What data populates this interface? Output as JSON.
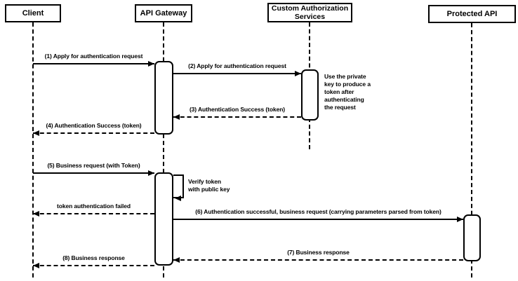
{
  "diagram": {
    "type": "sequence-diagram",
    "background_color": "#ffffff",
    "stroke_color": "#000000",
    "participants": [
      {
        "name": "Client"
      },
      {
        "name": "API Gateway"
      },
      {
        "name": "Custom Authorization Services"
      },
      {
        "name": "Protected API"
      }
    ],
    "messages": [
      {
        "label": "(1) Apply for authentication request",
        "from": "Client",
        "to": "API Gateway",
        "line": "solid"
      },
      {
        "label": "(2) Apply for authentication request",
        "from": "API Gateway",
        "to": "Custom Authorization Services",
        "line": "solid"
      },
      {
        "label": "(3) Authentication Success (token)",
        "from": "Custom Authorization Services",
        "to": "API Gateway",
        "line": "dashed"
      },
      {
        "label": "(4) Authentication Success (token)",
        "from": "API Gateway",
        "to": "Client",
        "line": "dashed"
      },
      {
        "label": "(5) Business request (with Token)",
        "from": "Client",
        "to": "API Gateway",
        "line": "solid"
      },
      {
        "label": "Verify token\nwith public key",
        "from": "API Gateway",
        "to": "API Gateway",
        "line": "solid",
        "self_message": true
      },
      {
        "label": "token authentication failed",
        "from": "API Gateway",
        "to": "Client",
        "line": "dashed"
      },
      {
        "label": "(6) Authentication successful, business request (carrying parameters parsed from token)",
        "from": "API Gateway",
        "to": "Protected API",
        "line": "solid"
      },
      {
        "label": "(7) Business response",
        "from": "Protected API",
        "to": "API Gateway",
        "line": "dashed"
      },
      {
        "label": "(8) Business response",
        "from": "API Gateway",
        "to": "Client",
        "line": "dashed"
      }
    ],
    "note": "Use the private\nkey to produce a\ntoken after\nauthenticating\nthe request"
  }
}
